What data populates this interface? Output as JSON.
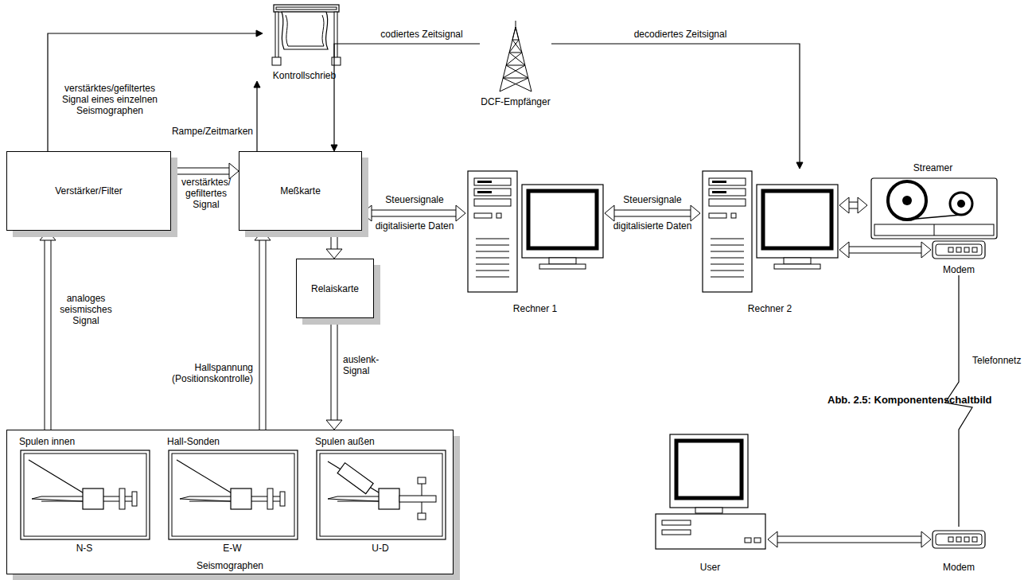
{
  "diagram": {
    "caption": "Abb. 2.5: Komponentenschaltbild",
    "nodes": [
      {
        "text": [
          "Kontrollschrieb"
        ]
      },
      {
        "text": [
          "DCF-Empfänger"
        ]
      },
      {
        "text": [
          "Verstärker/Filter"
        ]
      },
      {
        "text": [
          "Meßkarte"
        ]
      },
      {
        "text": [
          "Relaiskarte"
        ]
      },
      {
        "text": [
          "Rechner 1"
        ]
      },
      {
        "text": [
          "Rechner 2"
        ]
      },
      {
        "text": [
          "Streamer"
        ]
      },
      {
        "text": [
          "Modem"
        ]
      },
      {
        "text": [
          "User"
        ]
      },
      {
        "text": [
          "Modem"
        ]
      },
      {
        "text": [
          "Seismographen"
        ]
      },
      {
        "text": [
          "Spulen innen",
          "N-S"
        ],
        "in": 11
      },
      {
        "text": [
          "Hall-Sonden",
          "E-W"
        ],
        "in": 11
      },
      {
        "text": [
          "Spulen außen",
          "U-D"
        ],
        "in": 11
      }
    ],
    "edges": [
      {
        "from": 2,
        "to": 0,
        "arrow": "to",
        "label": "verstärktes/gefiltertes Signal eines einzelnen Seismographen"
      },
      {
        "from": 3,
        "to": 0,
        "arrow": "to",
        "label": "Rampe/Zeitmarken"
      },
      {
        "from": 1,
        "to": 3,
        "arrow": "to",
        "label": "codiertes Zeitsignal"
      },
      {
        "from": 1,
        "to": 6,
        "arrow": "to",
        "label": "decodiertes Zeitsignal"
      },
      {
        "from": 11,
        "to": 2,
        "arrow": "to",
        "label": "analoges seismisches Signal"
      },
      {
        "from": 2,
        "to": 3,
        "arrow": "to",
        "label": "verstärktes/ gefiltertes Signal"
      },
      {
        "from": 11,
        "to": 3,
        "arrow": "to",
        "label": "Hallspannung (Positionskontrolle)"
      },
      {
        "from": 3,
        "to": 4,
        "arrow": "to"
      },
      {
        "from": 4,
        "to": 11,
        "arrow": "to",
        "label": "auslenk- Signal"
      },
      {
        "from": 3,
        "to": 5,
        "arrow": "both",
        "label": "Steuersignale"
      },
      {
        "from": 5,
        "to": 6,
        "arrow": "both",
        "label": "Steuersignale"
      },
      {
        "from": 6,
        "to": 7,
        "arrow": "both"
      },
      {
        "from": 6,
        "to": 8,
        "arrow": "both"
      },
      {
        "from": 8,
        "to": 10,
        "arrow": "none",
        "label": "Telefonnetz"
      },
      {
        "from": 9,
        "to": 10,
        "arrow": "both"
      }
    ],
    "labels": [
      "digitalisierte Daten",
      "digitalisierte Daten"
    ]
  }
}
